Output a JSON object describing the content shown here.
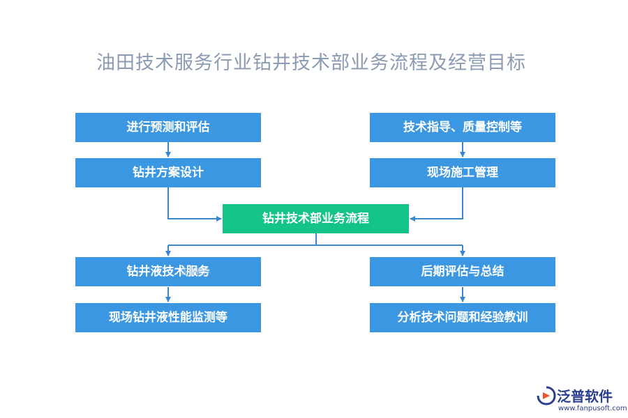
{
  "title": "油田技术服务行业钻井技术部业务流程及经营目标",
  "nodes": {
    "left_1": "进行预测和评估",
    "left_2": "钻井方案设计",
    "right_1": "技术指导、质量控制等",
    "right_2": "现场施工管理",
    "center": "钻井技术部业务流程",
    "left_3": "钻井液技术服务",
    "left_4": "现场钻井液性能监测等",
    "right_3": "后期评估与总结",
    "right_4": "分析技术问题和经验教训"
  },
  "colors": {
    "box": "#3c97e2",
    "center_box": "#14c389",
    "connector": "#3a86cf",
    "title": "#8a9bb3"
  },
  "logo": {
    "name": "泛普软件",
    "url": "www.fanpusoft.com",
    "icon": "fanpu-logo-icon"
  },
  "watermark": "泛普软件"
}
